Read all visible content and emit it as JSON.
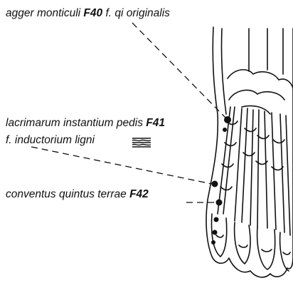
{
  "labels": {
    "f40": {
      "pre": "agger monticuli ",
      "code": "F40",
      "post": " f. qi originalis"
    },
    "f41": {
      "pre": "lacrimarum instantium pedis ",
      "code": "F41"
    },
    "f41_function": {
      "pre": "f. inductorium ligni"
    },
    "f42": {
      "pre": "conventus quintus terrae ",
      "code": "F42"
    }
  },
  "symbols": {
    "f41_function": "wood-element-symbol"
  },
  "colors": {
    "ink": "#111111",
    "background": "#ffffff"
  }
}
